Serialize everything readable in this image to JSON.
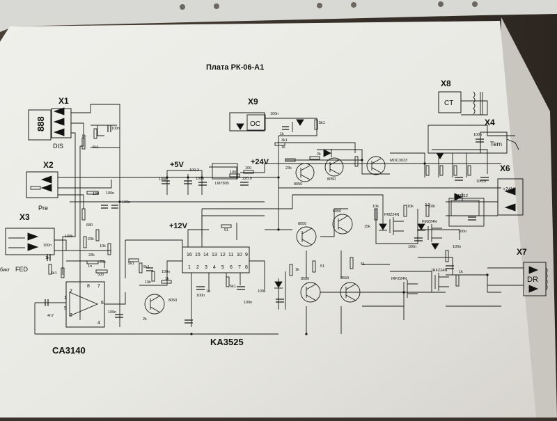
{
  "document": {
    "title": "Плата РК-06-А1"
  },
  "connectors": [
    {
      "id": "X1",
      "label": "X1",
      "sublabel": "DIS"
    },
    {
      "id": "X2",
      "label": "X2",
      "sublabel": "Pre"
    },
    {
      "id": "X3",
      "label": "X3",
      "sublabel": "FED"
    },
    {
      "id": "X4",
      "label": "X4",
      "sublabel": "Tem"
    },
    {
      "id": "X6",
      "label": "X6",
      "sublabel": "+24V"
    },
    {
      "id": "X7",
      "label": "X7",
      "sublabel": "DR"
    },
    {
      "id": "X8",
      "label": "X8",
      "sublabel": "CT"
    },
    {
      "id": "X9",
      "label": "X9",
      "sublabel": "OC"
    }
  ],
  "display": {
    "digits": "888"
  },
  "x3_side_text": "бикт",
  "ics": [
    {
      "id": "ca3140",
      "label": "CA3140"
    },
    {
      "id": "ka3525",
      "label": "KA3525"
    }
  ],
  "rails": [
    {
      "id": "plus5v",
      "label": "+5V"
    },
    {
      "id": "plus24v",
      "label": "+24V"
    },
    {
      "id": "plus12v",
      "label": "+12V"
    }
  ],
  "ka3525_pins_top": [
    "16",
    "15",
    "14",
    "13",
    "12",
    "11",
    "10",
    "9"
  ],
  "ka3525_pins_bottom": [
    "1",
    "2",
    "3",
    "4",
    "5",
    "6",
    "7",
    "8"
  ],
  "opamp_pins": [
    "2",
    "3",
    "7",
    "4",
    "6",
    "8",
    "1",
    "5"
  ],
  "components": {
    "lm7805": "LM7805",
    "lm7812": "LM7812",
    "moc": "MOC3023",
    "fet_small_1": "FMZ24N",
    "fet_small_2": "FMZ24N",
    "fet_big_1": "IRFZ24N",
    "fet_big_2": "IRFZ24N",
    "q_8050_a": "8050",
    "q_8050_b": "8050",
    "q_8050_c": "8050",
    "q_8050_d": "8050",
    "q_8550_a": "8550",
    "q_8550_b": "8550",
    "q_8050_low": "8050"
  },
  "values": {
    "r_6k": "6k",
    "r_5k1_a": "5k1",
    "c_100n_x1": "100n",
    "c_100n_rail": "100n",
    "c_100_3": "100,3",
    "c_100n_5v": "100n",
    "r_100_a": "100",
    "r_100_b": "100",
    "c_220": "220,0",
    "r_23k": "23k",
    "r_2k": "2k",
    "r_1k_top": "1k",
    "c_100n_top": "100n",
    "r_3k1": "3k1",
    "r_1k_x9": "1k",
    "r_5k1_x9": "5k1",
    "c_100n_x4": "100n",
    "r_100_x2": "100",
    "c_100n_x2a": "100n",
    "c_100n_x2b": "100n",
    "r_680": "680",
    "r_100k": "100k",
    "r_20k": "20k",
    "r_10k_a": "10k",
    "r_33k": "33k",
    "r_20k_b": "20k",
    "c_100n_fed": "100n",
    "r_1k_fed": "1k",
    "r_5k1_fed": "5k1",
    "c_1n": "1n",
    "c_500": "500",
    "c_4n7": "4n7",
    "c_100n_op": "100n",
    "r_5k1_b": "5k1",
    "r_5k1_c": "5k1",
    "r_10k_b": "10k",
    "r_1k_c": "1k",
    "r_2k_b": "2k",
    "c_100n_b": "100n",
    "c_1n_b": "1n",
    "c_100n_c": "100n",
    "r_5k1_d": "5k1",
    "c_100n_d": "100n",
    "r_100_c": "100",
    "r_51_a": "51",
    "r_51_b": "51",
    "r_51_c": "51",
    "r_1k_d": "1k",
    "r_10k_c": "10k",
    "r_10k_d": "10k",
    "r_10k_e": "10k",
    "c_100n_e": "100n",
    "r_15k": "15k",
    "r_2k2": "2,2",
    "c_100n_f": "100n",
    "c_100n_g": "100n",
    "c_100_0": "100,0",
    "r_1k_e": "1k"
  }
}
